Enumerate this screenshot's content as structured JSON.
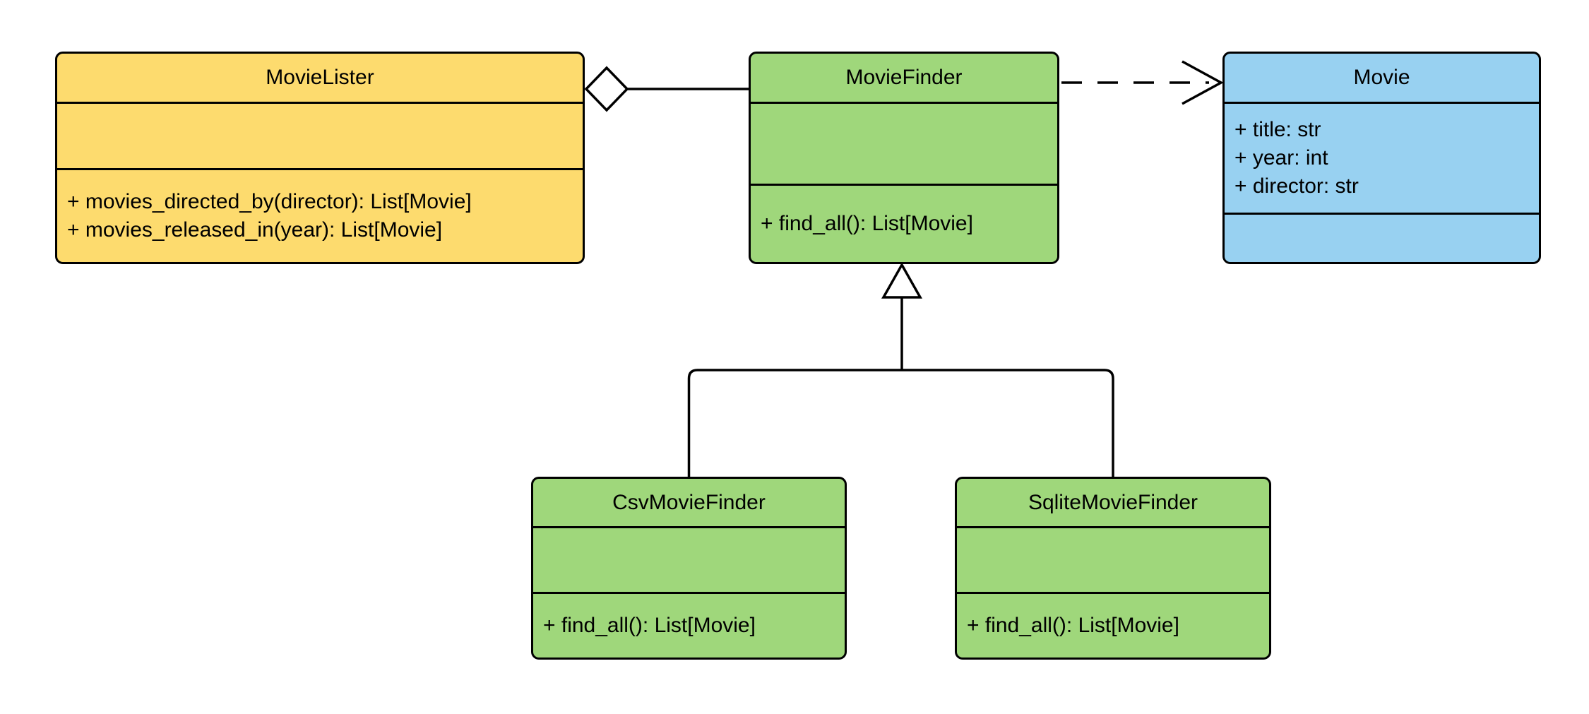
{
  "diagram": {
    "kind": "uml-class-diagram",
    "background_color": "#FFFFFF",
    "line_color": "#000000",
    "text_color": "#000000",
    "classes": [
      {
        "name": "MovieLister",
        "fill": "#FDDB6E",
        "attributes": [],
        "methods": [
          "+ movies_directed_by(director): List[Movie]",
          "+ movies_released_in(year): List[Movie]"
        ]
      },
      {
        "name": "MovieFinder",
        "fill": "#9FD77B",
        "attributes": [],
        "methods": [
          "+ find_all(): List[Movie]"
        ]
      },
      {
        "name": "Movie",
        "fill": "#98D1F1",
        "attributes": [
          "+ title: str",
          "+ year: int",
          "+ director: str"
        ],
        "methods": []
      },
      {
        "name": "CsvMovieFinder",
        "fill": "#9FD77B",
        "attributes": [],
        "methods": [
          "+ find_all(): List[Movie]"
        ]
      },
      {
        "name": "SqliteMovieFinder",
        "fill": "#9FD77B",
        "attributes": [],
        "methods": [
          "+ find_all(): List[Movie]"
        ]
      }
    ],
    "relationships": [
      {
        "type": "aggregation",
        "from": "MovieLister",
        "to": "MovieFinder",
        "line": "solid",
        "marker": "hollow-diamond-at-MovieLister"
      },
      {
        "type": "dependency",
        "from": "MovieFinder",
        "to": "Movie",
        "line": "dashed",
        "marker": "open-arrow-at-Movie"
      },
      {
        "type": "generalization",
        "from": "CsvMovieFinder",
        "to": "MovieFinder",
        "line": "solid",
        "marker": "hollow-triangle-at-MovieFinder"
      },
      {
        "type": "generalization",
        "from": "SqliteMovieFinder",
        "to": "MovieFinder",
        "line": "solid",
        "marker": "hollow-triangle-at-MovieFinder"
      }
    ]
  }
}
